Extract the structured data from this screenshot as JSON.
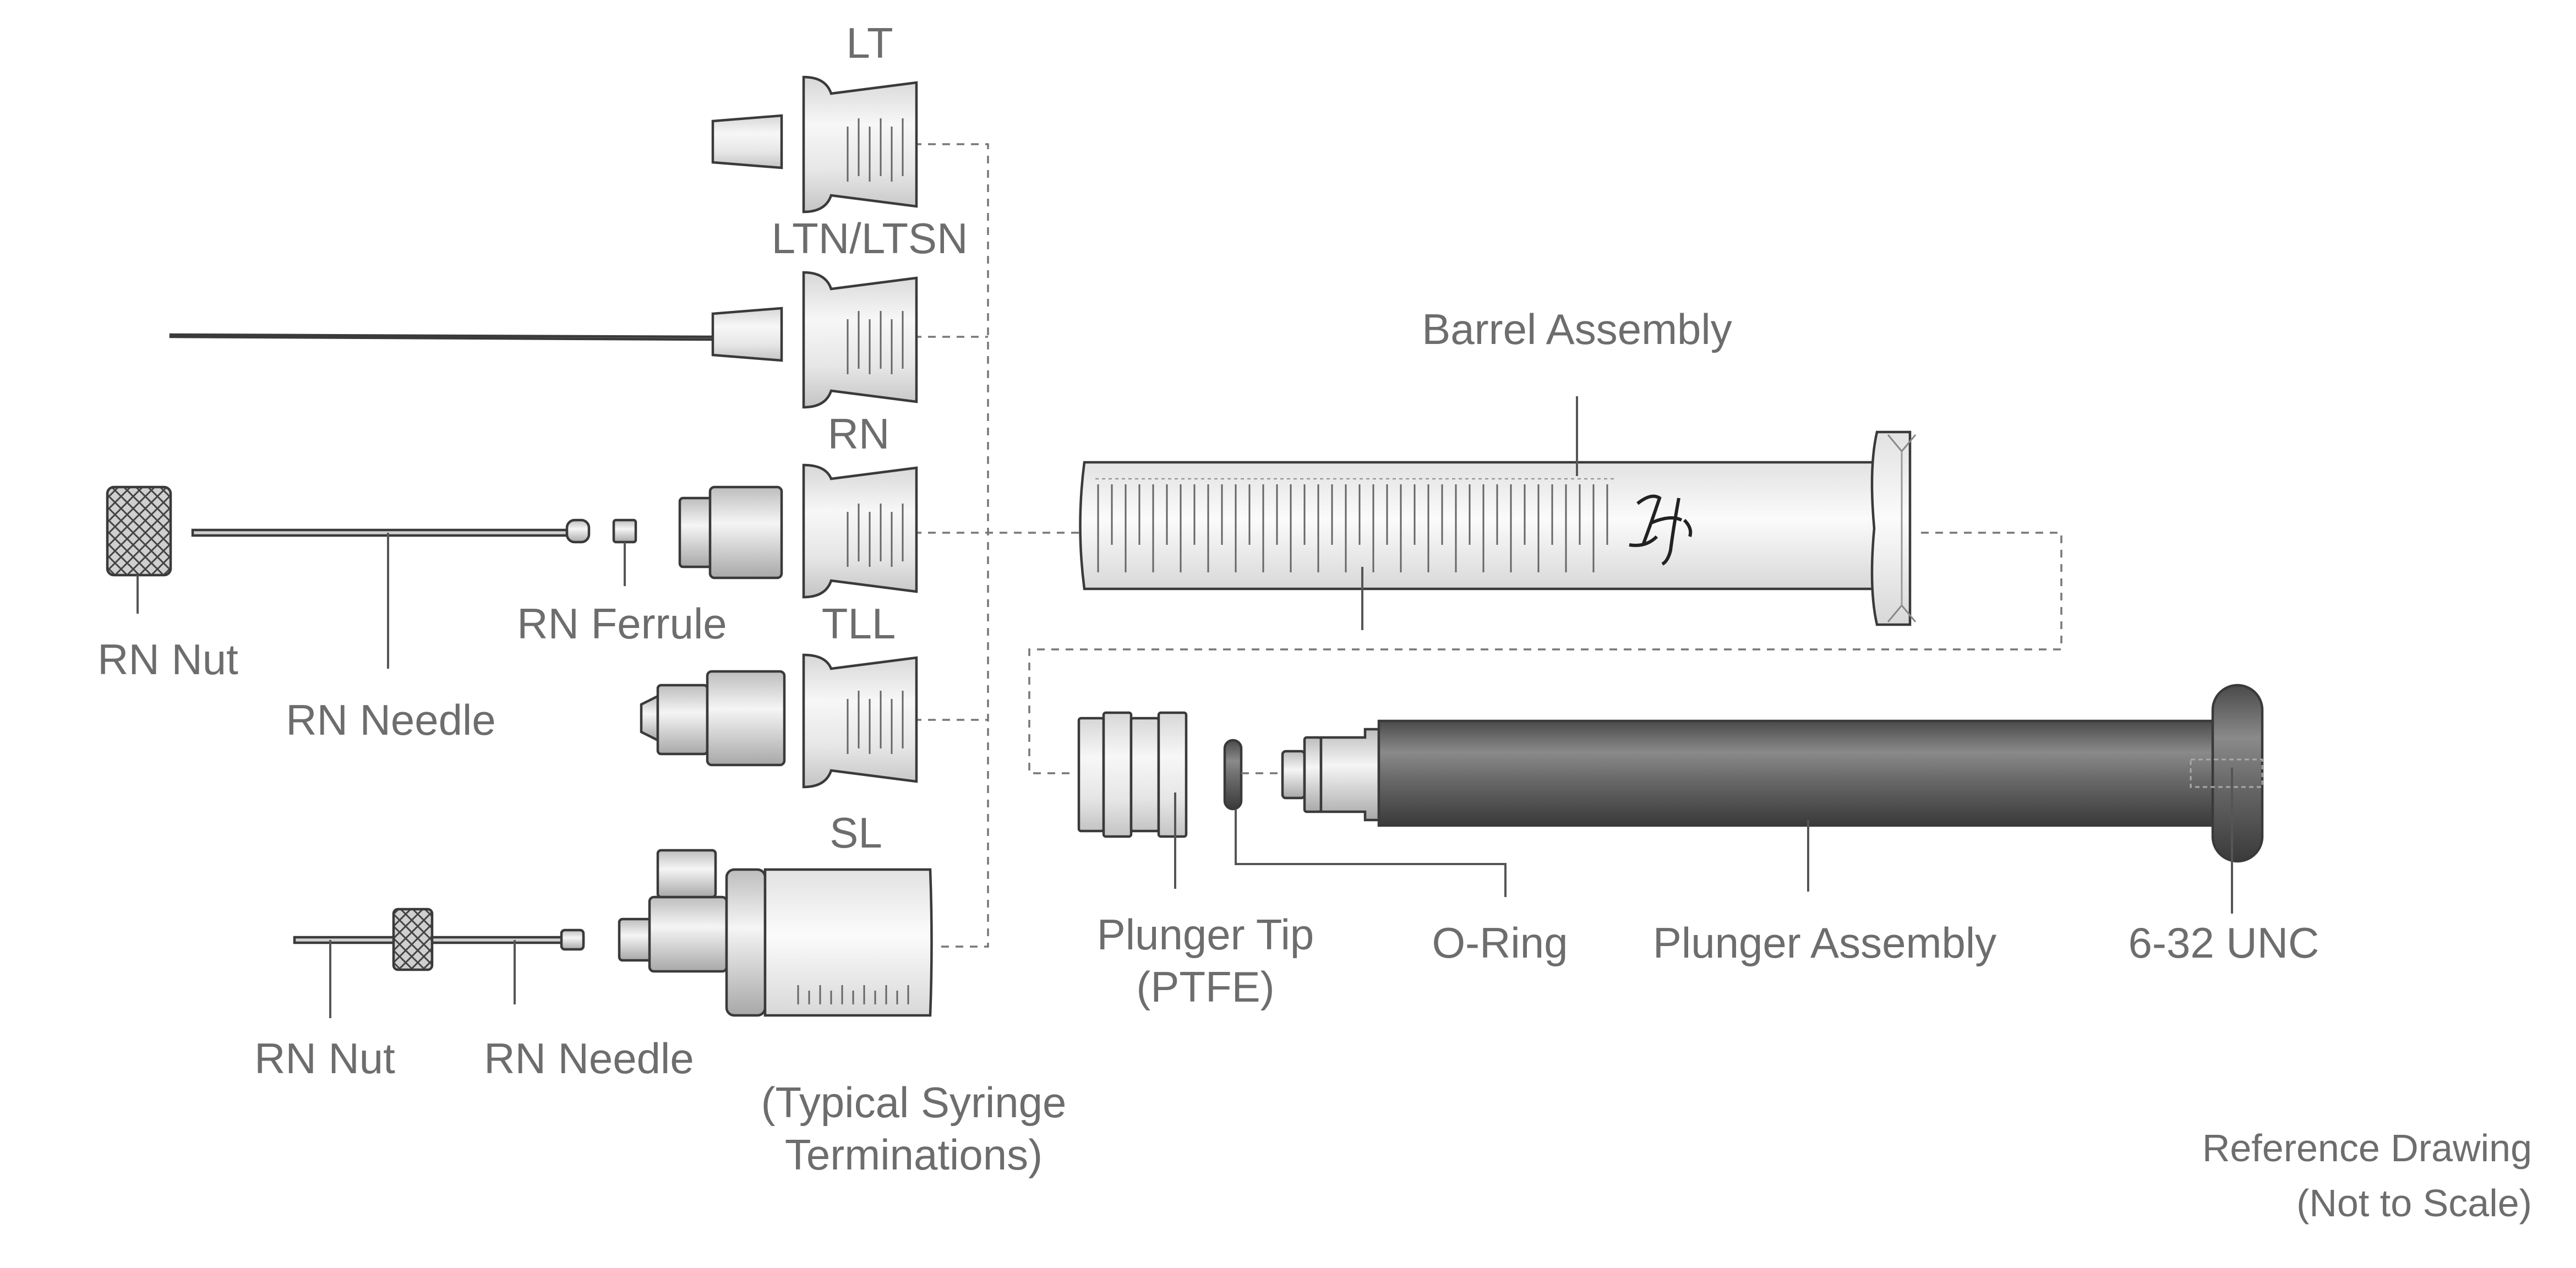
{
  "labels": {
    "lt": "LT",
    "ltn": "LTN/LTSN",
    "rn": "RN",
    "tll": "TLL",
    "sl": "SL",
    "barrel_assembly": "Barrel Assembly",
    "rn_nut_1": "RN Nut",
    "rn_needle_1": "RN Needle",
    "rn_ferrule": "RN Ferrule",
    "rn_nut_2": "RN Nut",
    "rn_needle_2": "RN Needle",
    "typical_line1": "(Typical Syringe",
    "typical_line2": "Terminations)",
    "plunger_tip_line1": "Plunger Tip",
    "plunger_tip_line2": "(PTFE)",
    "o_ring": "O-Ring",
    "plunger_assembly": "Plunger Assembly",
    "unc": "6-32 UNC",
    "reference_line1": "Reference Drawing",
    "reference_line2": "(Not to Scale)"
  },
  "logo_text": "Hamilton script logo",
  "colors": {
    "label_gray": "#6d6d6d",
    "plunger_dark": "#555555",
    "part_light": "#eeeeee"
  }
}
